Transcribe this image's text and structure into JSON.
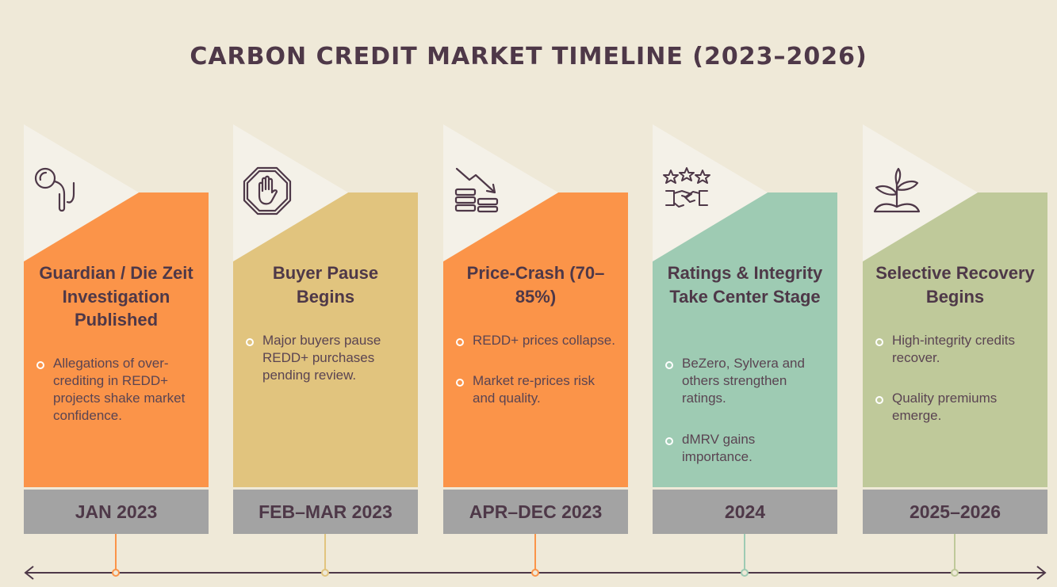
{
  "title": "CARBON CREDIT MARKET TIMELINE (2023–2026)",
  "colors": {
    "background": "#efe9d8",
    "flag": "#f4f1e8",
    "text": "#4e3848",
    "date_band": "#a3a3a3",
    "axis": "#4e3848"
  },
  "milestones": [
    {
      "date": "JAN 2023",
      "title": "Guardian / Die Zeit Investigation Published",
      "bullets": [
        "Allegations of over-crediting in REDD+ projects shake market confidence."
      ],
      "icon": "magnifier-icon",
      "color": "#fb9449"
    },
    {
      "date": "FEB–MAR 2023",
      "title": "Buyer Pause Begins",
      "bullets": [
        "Major buyers pause REDD+ purchases pending review."
      ],
      "icon": "stop-hand-icon",
      "color": "#e1c47e"
    },
    {
      "date": "APR–DEC 2023",
      "title": "Price-Crash (70–85%)",
      "bullets": [
        "REDD+ prices collapse.",
        "Market re-prices risk and quality."
      ],
      "icon": "price-drop-icon",
      "color": "#fb9449"
    },
    {
      "date": "2024",
      "title": "Ratings & Integrity Take Center Stage",
      "bullets": [
        "BeZero, Sylvera and others strengthen ratings.",
        "dMRV gains importance."
      ],
      "icon": "stars-handshake-icon",
      "color": "#9ecbb3"
    },
    {
      "date": "2025–2026",
      "title": "Selective Recovery Begins",
      "bullets": [
        "High-integrity credits recover.",
        "Quality premiums emerge."
      ],
      "icon": "sprout-icon",
      "color": "#bfc99a"
    }
  ]
}
